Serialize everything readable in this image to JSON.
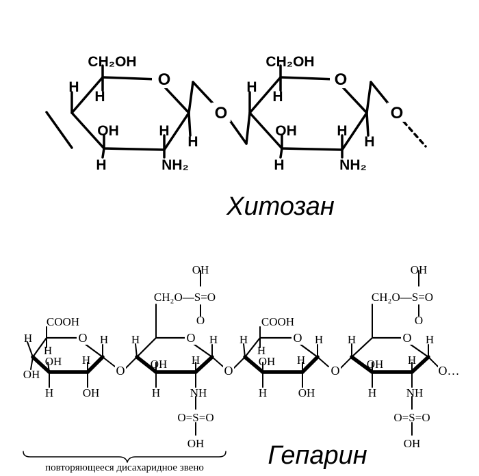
{
  "chitosan": {
    "caption": "Хитозан",
    "labels": {
      "ch2oh": "CH₂OH",
      "o": "O",
      "h": "H",
      "oh": "OH",
      "nh2": "NH₂"
    }
  },
  "heparin": {
    "caption": "Гепарин",
    "brace_label": "повторяющееся дисахаридное звено",
    "labels": {
      "cooh": "COOH",
      "ch2o_so": "CH₂O—S=O",
      "oh": "OH",
      "o": "O",
      "h": "H",
      "nh": "NH",
      "so_o": "O=S=O",
      "chain_end": "O…"
    }
  }
}
